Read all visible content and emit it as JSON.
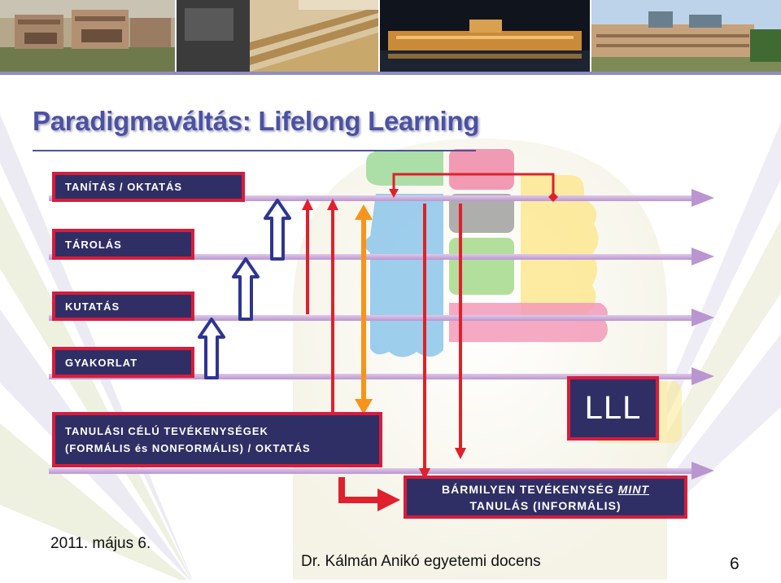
{
  "title": "Paradigmaváltás: Lifelong Learning",
  "rows": {
    "tanitas": "TANÍTÁS / OKTATÁS",
    "tarolas": "TÁROLÁS",
    "kutatas": "KUTATÁS",
    "gyakorlat": "GYAKORLAT",
    "tanulasi_line1": "TANULÁSI CÉLÚ TEVÉKENYSÉGEK",
    "tanulasi_line2": "(FORMÁLIS és NONFORMÁLIS) / OKTATÁS"
  },
  "lll": "LLL",
  "bottom_box": {
    "line1_prefix": "BÁRMILYEN TEVÉKENYSÉG ",
    "line1_mint": "MINT",
    "line2": "TANULÁS (INFORMÁLIS)"
  },
  "footer": {
    "date": "2011. május 6.",
    "author": "Dr. Kálmán Anikó egyetemi docens",
    "page": "6"
  },
  "colors": {
    "box_fill": "#2f2f66",
    "box_border": "#d81c3c",
    "title": "#4c52a0",
    "line_lavender": "#c8a3d9",
    "arrow_blue": "#2e3592",
    "arrow_red": "#e0202c",
    "arrow_orange": "#f7941d"
  }
}
